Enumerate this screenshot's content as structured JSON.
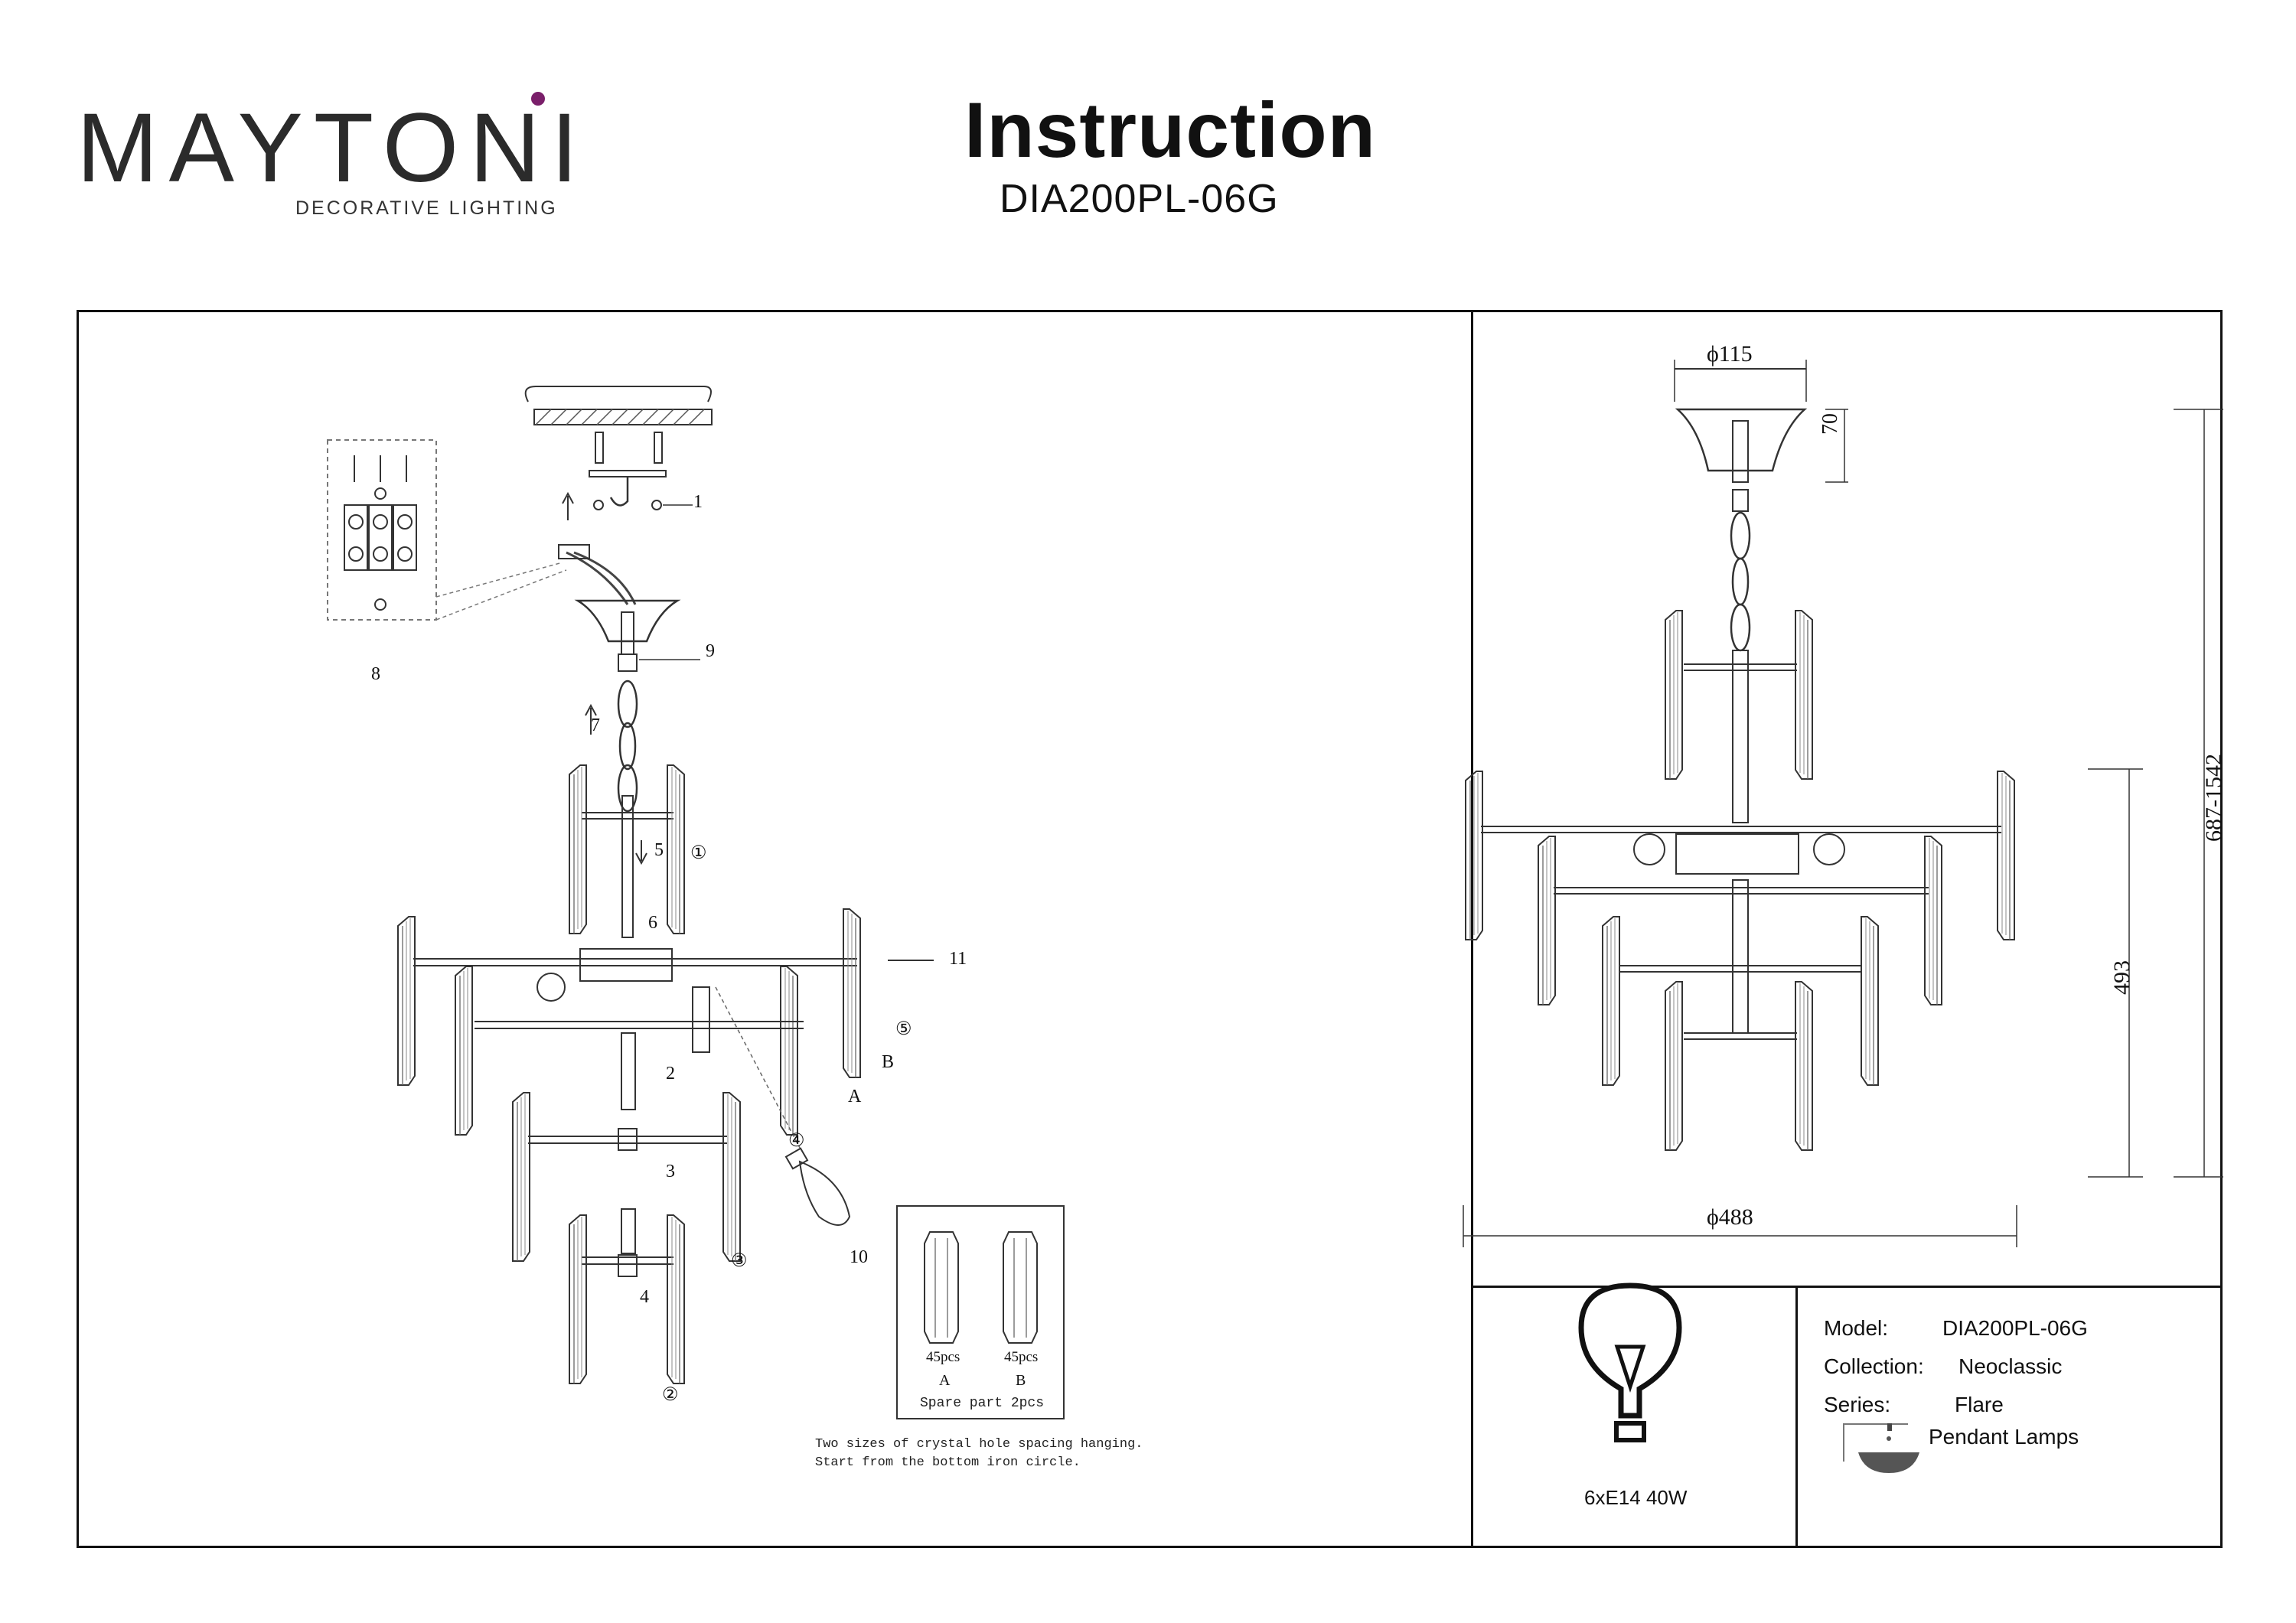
{
  "header": {
    "brand": "MAYTONI",
    "tagline": "DECORATIVE LIGHTING",
    "title": "Instruction",
    "model": "DIA200PL-06G",
    "accent_color": "#7a1f6a"
  },
  "assembly": {
    "callouts": [
      "1",
      "2",
      "3",
      "4",
      "5",
      "6",
      "7",
      "8",
      "9",
      "10",
      "11"
    ],
    "circled": [
      "①",
      "②",
      "③",
      "④",
      "⑤"
    ],
    "crystal_letters": [
      "A",
      "B"
    ],
    "spare": {
      "a_count": "45pcs",
      "b_count": "45pcs",
      "a_label": "A",
      "b_label": "B",
      "caption": "Spare part 2pcs"
    },
    "note_line1": "Two sizes of crystal hole spacing hanging.",
    "note_line2": "Start from the bottom iron circle."
  },
  "dimensions": {
    "canopy_diameter": "ϕ115",
    "canopy_height": "70",
    "total_height": "687-1542",
    "body_height": "493",
    "diameter": "ϕ488"
  },
  "specs": {
    "bulb": "6xE14 40W",
    "model_label": "Model:",
    "model_value": "DIA200PL-06G",
    "collection_label": "Collection:",
    "collection_value": "Neoclassic",
    "series_label": "Series:",
    "series_value": "Flare",
    "type_value": "Pendant Lamps"
  }
}
